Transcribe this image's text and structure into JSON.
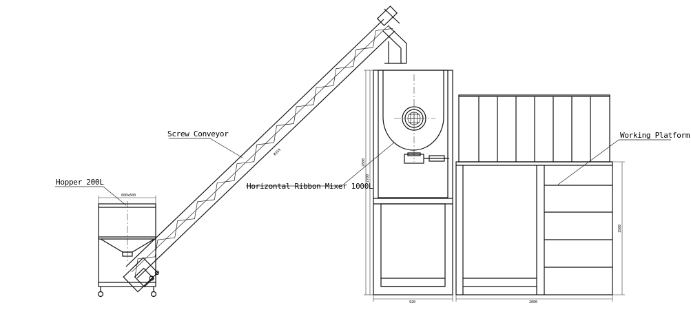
{
  "labels": {
    "screw_conveyor": "Screw Conveyor",
    "hopper": "Hopper 200L",
    "mixer": "Horizontal Ribbon Mixer 1000L",
    "platform": "Working Platform"
  },
  "dimensions": {
    "hopper_width": "600x600",
    "conveyor_dia": "Ø159",
    "mixer_total_height": "2800",
    "mixer_body_height": "2700",
    "mixer_width": "920",
    "platform_width": "2000",
    "platform_height": "1500"
  }
}
